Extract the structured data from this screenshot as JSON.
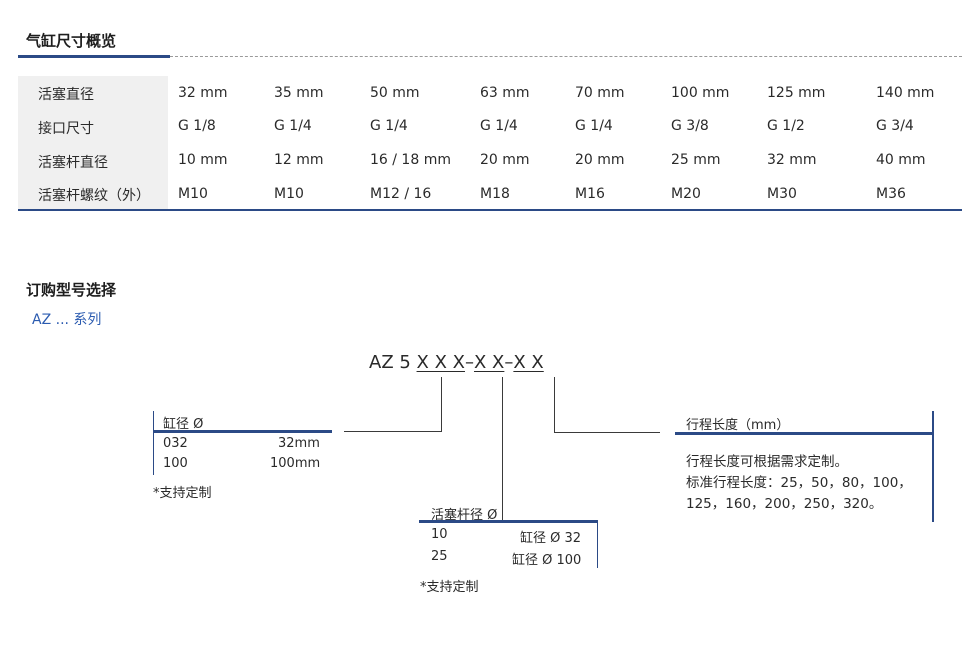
{
  "overview": {
    "title": "气缸尺寸概览",
    "rows": [
      {
        "label": "活塞直径",
        "values": [
          "32 mm",
          "35 mm",
          "50 mm",
          "63 mm",
          "70 mm",
          "100 mm",
          "125 mm",
          "140 mm"
        ]
      },
      {
        "label": "接口尺寸",
        "values": [
          "G 1/8",
          "G 1/4",
          "G 1/4",
          "G 1/4",
          "G 1/4",
          "G 3/8",
          "G 1/2",
          "G 3/4"
        ]
      },
      {
        "label": "活塞杆直径",
        "values": [
          "10 mm",
          "12 mm",
          "16 / 18 mm",
          "20 mm",
          "20 mm",
          "25 mm",
          "32 mm",
          "40 mm"
        ]
      },
      {
        "label": "活塞杆螺纹（外）",
        "values": [
          "M10",
          "M10",
          "M12 / 16",
          "M18",
          "M16",
          "M20",
          "M30",
          "M36"
        ]
      }
    ]
  },
  "order": {
    "title": "订购型号选择",
    "series": "AZ ... 系列",
    "code": {
      "prefix": "AZ 5 ",
      "g1": "X X X",
      "sep1": "–",
      "g2": "X X",
      "sep2": "–",
      "g3": "X X"
    },
    "bore": {
      "title": "缸径 Ø",
      "rows": [
        {
          "code": "032",
          "value": "32mm"
        },
        {
          "code": "100",
          "value": "100mm"
        }
      ],
      "note": "*支持定制"
    },
    "rod": {
      "title": "活塞杆径 Ø",
      "rows": [
        {
          "code": "10",
          "value": "缸径 Ø 32"
        },
        {
          "code": "25",
          "value": "缸径 Ø 100"
        }
      ],
      "note": "*支持定制"
    },
    "stroke": {
      "title": "行程长度（mm）",
      "line1": "行程长度可根据需求定制。",
      "line2": "标准行程长度：25，50，80，100，",
      "line3": "125，160，200，250，320。"
    }
  }
}
